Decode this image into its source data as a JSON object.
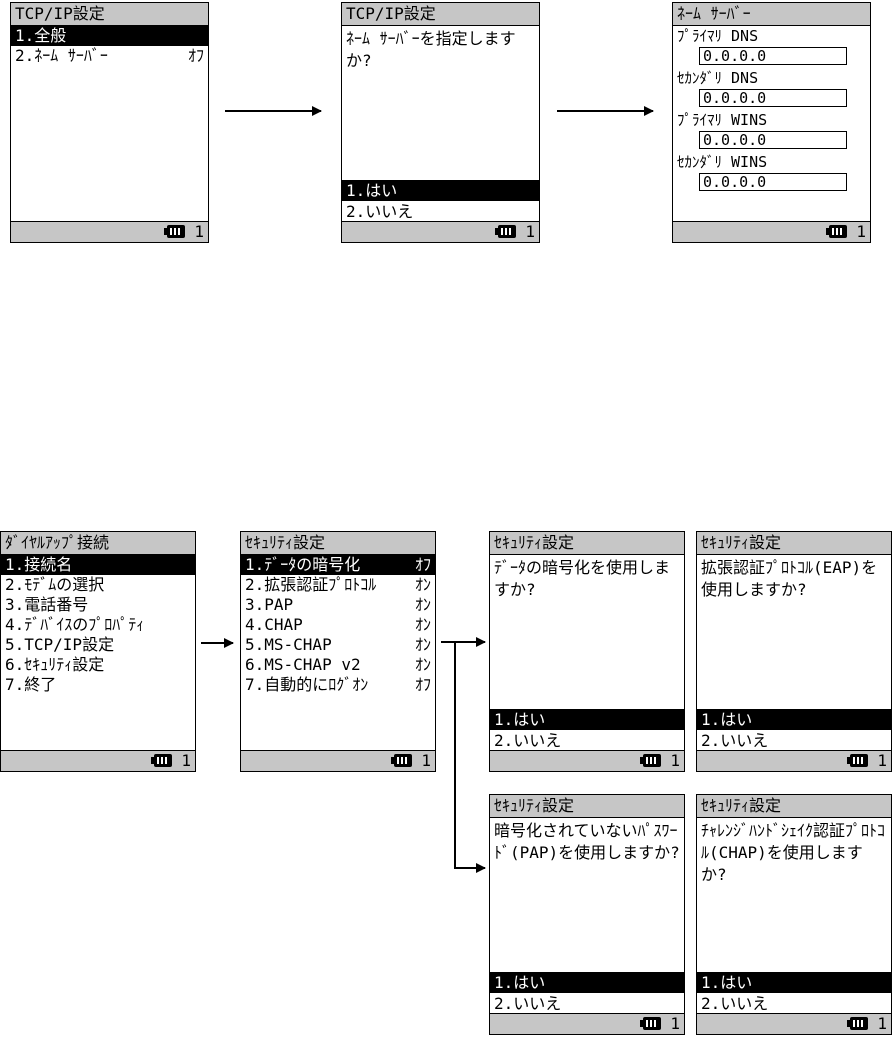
{
  "top": {
    "screen1": {
      "title": "TCP/IP設定",
      "items": [
        {
          "label": "1.全般",
          "value": ""
        },
        {
          "label": "2.ﾈｰﾑ ｻｰﾊﾞｰ",
          "value": "ｵﾌ"
        }
      ],
      "status_num": "1"
    },
    "screen2": {
      "title": "TCP/IP設定",
      "question": "ﾈｰﾑ ｻｰﾊﾞｰを指定しますか?",
      "options": [
        "1.はい",
        "2.いいえ"
      ],
      "status_num": "1"
    },
    "screen3": {
      "title": "ﾈｰﾑ ｻｰﾊﾞｰ",
      "fields": [
        {
          "label": "ﾌﾟﾗｲﾏﾘ DNS",
          "value": "0.0.0.0"
        },
        {
          "label": "ｾｶﾝﾀﾞﾘ DNS",
          "value": "0.0.0.0"
        },
        {
          "label": "ﾌﾟﾗｲﾏﾘ WINS",
          "value": "0.0.0.0"
        },
        {
          "label": "ｾｶﾝﾀﾞﾘ WINS",
          "value": "0.0.0.0"
        }
      ],
      "status_num": "1"
    }
  },
  "bottom": {
    "dialup": {
      "title": "ﾀﾞｲﾔﾙｱｯﾌﾟ接続",
      "items": [
        "1.接続名",
        "2.ﾓﾃﾞﾑの選択",
        "3.電話番号",
        "4.ﾃﾞﾊﾞｲｽのﾌﾟﾛﾊﾟﾃｨ",
        "5.TCP/IP設定",
        "6.ｾｷｭﾘﾃｨ設定",
        "7.終了"
      ],
      "status_num": "1"
    },
    "security": {
      "title": "ｾｷｭﾘﾃｨ設定",
      "items": [
        {
          "label": "1.ﾃﾞｰﾀの暗号化",
          "value": "ｵﾌ"
        },
        {
          "label": "2.拡張認証ﾌﾟﾛﾄｺﾙ",
          "value": "ｵﾝ"
        },
        {
          "label": "3.PAP",
          "value": "ｵﾝ"
        },
        {
          "label": "4.CHAP",
          "value": "ｵﾝ"
        },
        {
          "label": "5.MS-CHAP",
          "value": "ｵﾝ"
        },
        {
          "label": "6.MS-CHAP v2",
          "value": "ｵﾝ"
        },
        {
          "label": "7.自動的にﾛｸﾞｵﾝ",
          "value": "ｵﾌ"
        }
      ],
      "status_num": "1"
    },
    "confirm1": {
      "title": "ｾｷｭﾘﾃｨ設定",
      "question": "ﾃﾞｰﾀの暗号化を使用しますか?",
      "options": [
        "1.はい",
        "2.いいえ"
      ],
      "status_num": "1"
    },
    "confirm2": {
      "title": "ｾｷｭﾘﾃｨ設定",
      "question": "拡張認証ﾌﾟﾛﾄｺﾙ(EAP)を使用しますか?",
      "options": [
        "1.はい",
        "2.いいえ"
      ],
      "status_num": "1"
    },
    "confirm3": {
      "title": "ｾｷｭﾘﾃｨ設定",
      "question": "暗号化されていないﾊﾟｽﾜｰﾄﾞ(PAP)を使用しますか?",
      "options": [
        "1.はい",
        "2.いいえ"
      ],
      "status_num": "1"
    },
    "confirm4": {
      "title": "ｾｷｭﾘﾃｨ設定",
      "question": "ﾁｬﾚﾝｼﾞﾊﾝﾄﾞｼｪｲｸ認証ﾌﾟﾛﾄｺﾙ(CHAP)を使用しますか?",
      "options": [
        "1.はい",
        "2.いいえ"
      ],
      "status_num": "1"
    }
  }
}
